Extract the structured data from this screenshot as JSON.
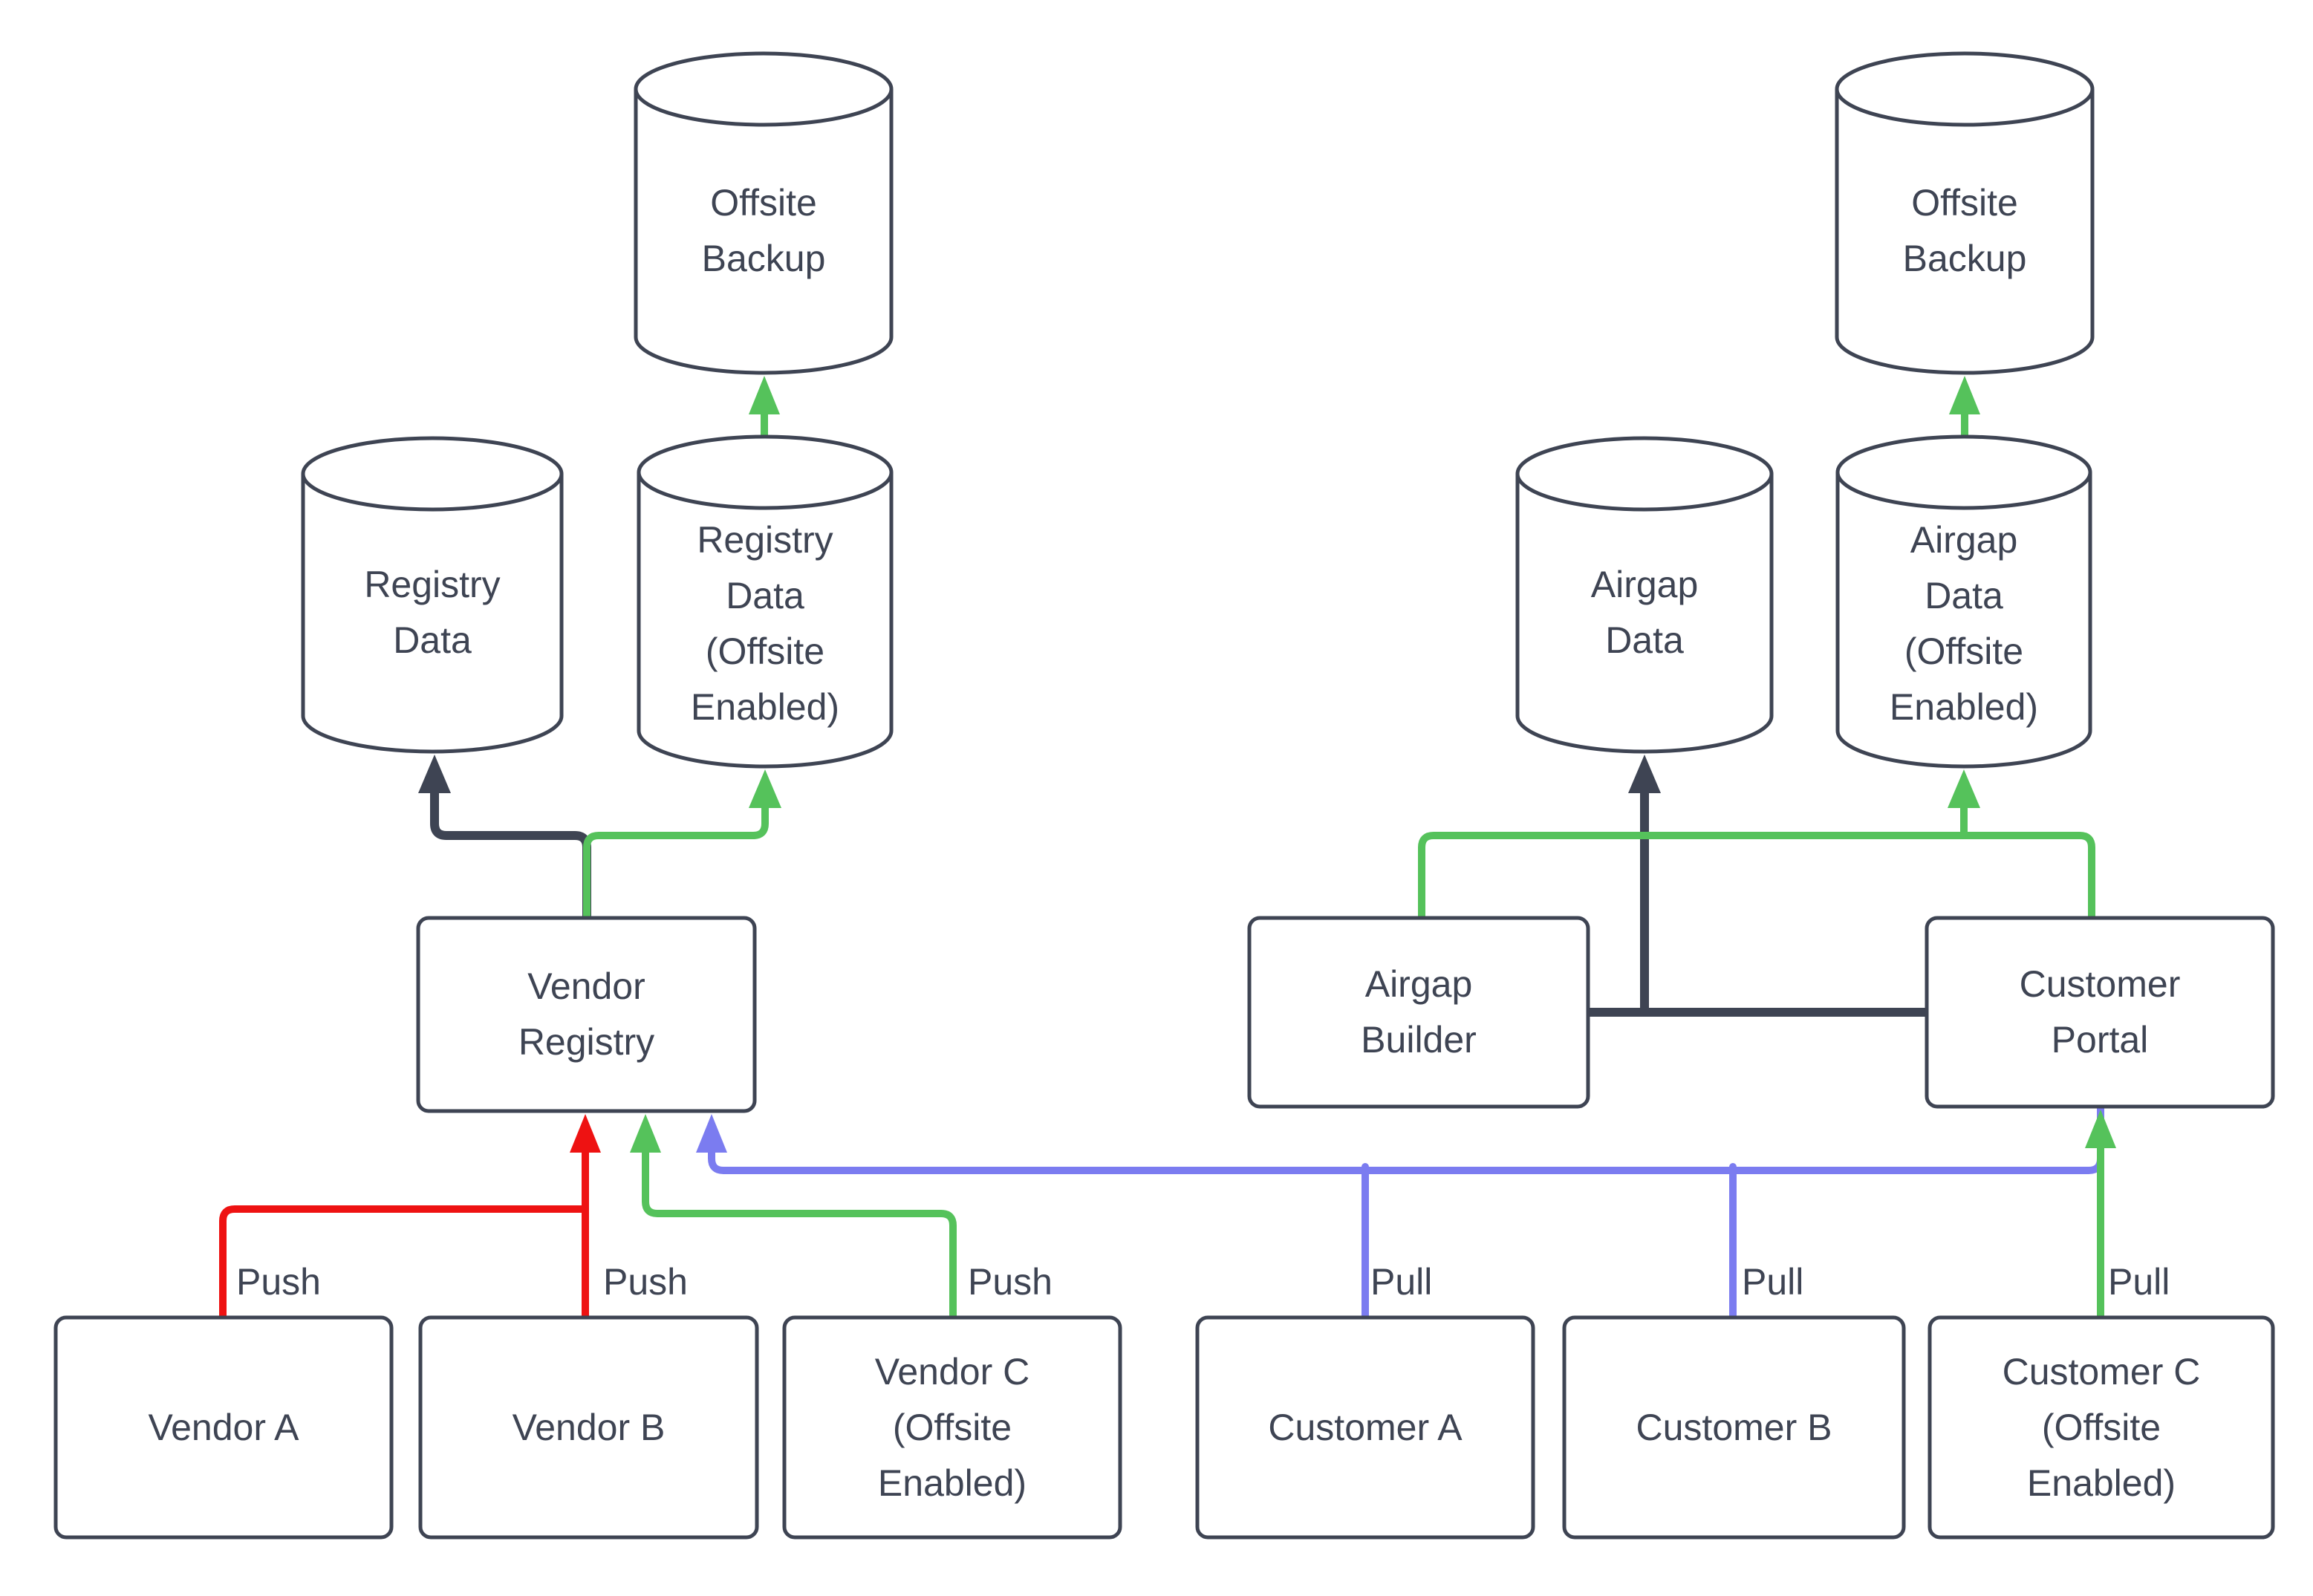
{
  "diagram": {
    "background": "#ffffff",
    "colors": {
      "node_stroke": "#3e4453",
      "text": "#3e4453",
      "dark_edge": "#3e4453",
      "push_red": "#ee1212",
      "offsite_green": "#55c25b",
      "pull_blue": "#7b7cf0"
    },
    "nodes": {
      "offsite_backup_left": {
        "type": "cylinder",
        "label": "Offsite\nBackup"
      },
      "registry_data": {
        "type": "cylinder",
        "label": "Registry\nData"
      },
      "registry_data_offsite": {
        "type": "cylinder",
        "label": "Registry\nData\n(Offsite\nEnabled)"
      },
      "vendor_registry": {
        "type": "box",
        "label": "Vendor\nRegistry"
      },
      "vendor_a": {
        "type": "box",
        "label": "Vendor A"
      },
      "vendor_b": {
        "type": "box",
        "label": "Vendor B"
      },
      "vendor_c": {
        "type": "box",
        "label": "Vendor C\n(Offsite\nEnabled)"
      },
      "offsite_backup_right": {
        "type": "cylinder",
        "label": "Offsite\nBackup"
      },
      "airgap_data": {
        "type": "cylinder",
        "label": "Airgap\nData"
      },
      "airgap_data_offsite": {
        "type": "cylinder",
        "label": "Airgap\nData\n(Offsite\nEnabled)"
      },
      "airgap_builder": {
        "type": "box",
        "label": "Airgap\nBuilder"
      },
      "customer_portal": {
        "type": "box",
        "label": "Customer\nPortal"
      },
      "customer_a": {
        "type": "box",
        "label": "Customer A"
      },
      "customer_b": {
        "type": "box",
        "label": "Customer B"
      },
      "customer_c": {
        "type": "box",
        "label": "Customer C\n(Offsite\nEnabled)"
      }
    },
    "edge_labels": {
      "push": [
        "Push",
        "Push",
        "Push"
      ],
      "pull": [
        "Pull",
        "Pull",
        "Pull"
      ]
    }
  }
}
